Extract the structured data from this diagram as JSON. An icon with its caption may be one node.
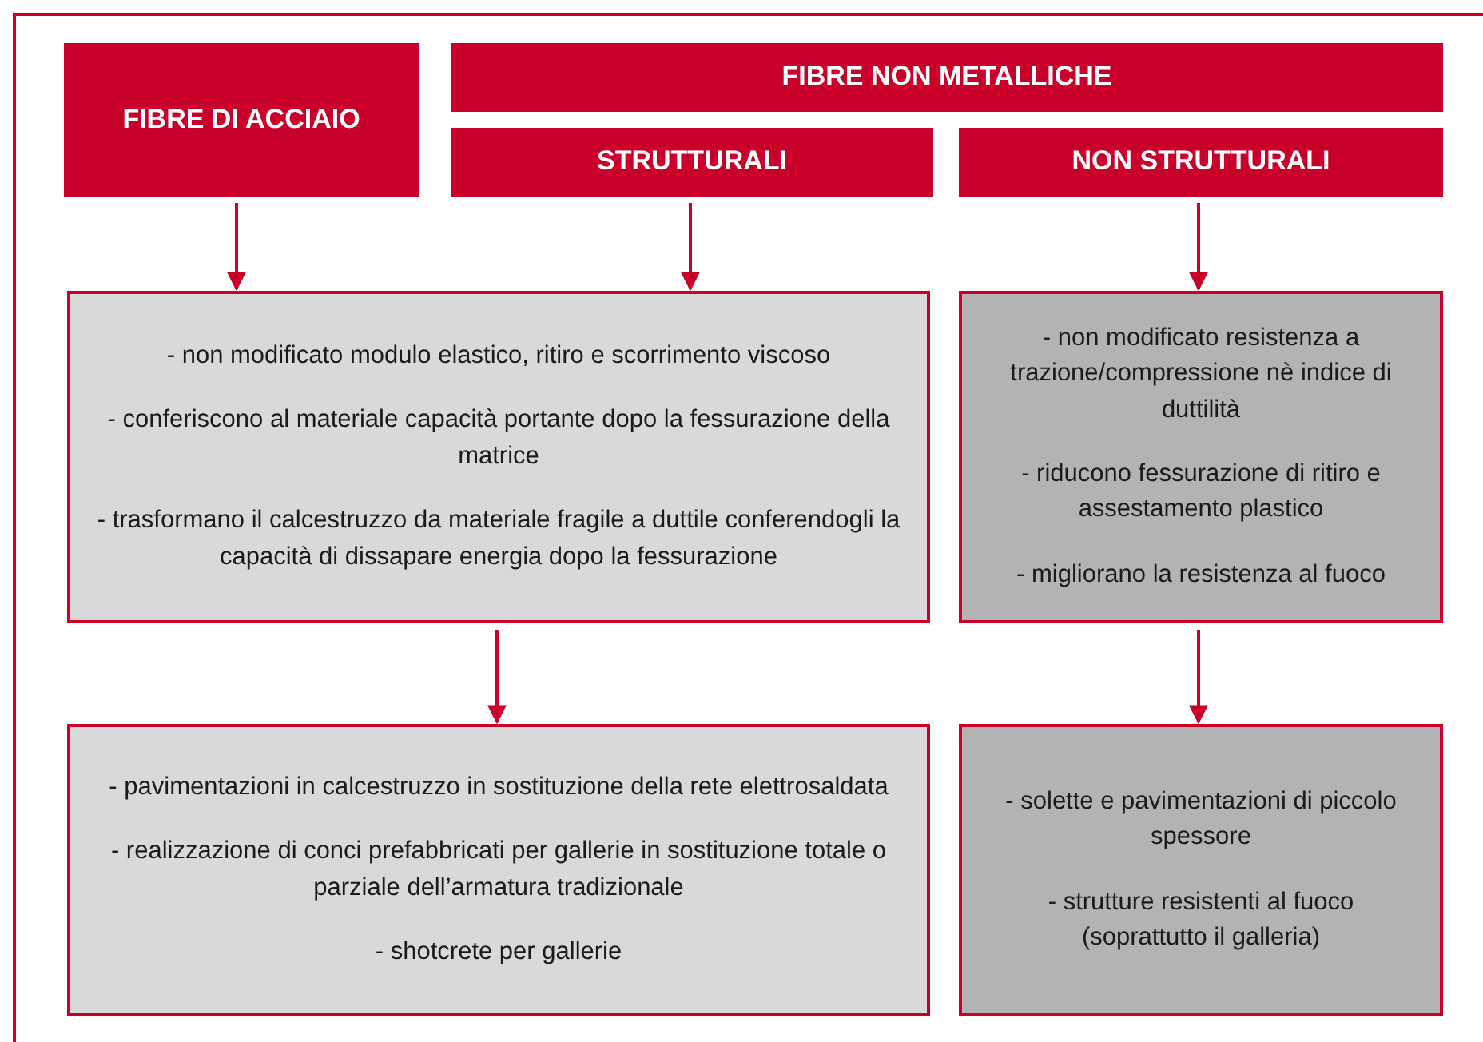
{
  "diagram": {
    "nodes": [
      {
        "text": [
          "FIBRE DI ACCIAIO"
        ]
      },
      {
        "text": [
          "FIBRE NON METALLICHE"
        ]
      },
      {
        "text": [
          "STRUTTURALI"
        ]
      },
      {
        "text": [
          "NON STRUTTURALI"
        ]
      },
      {
        "text": [
          "- non modificato modulo elastico, ritiro e scorrimento viscoso",
          "- conferiscono al materiale capacità portante dopo la fessurazione della matrice",
          "- trasformano il calcestruzzo da materiale fragile a duttile conferendogli la capacità di dissapare energia dopo la fessurazione"
        ]
      },
      {
        "text": [
          "- non modificato resistenza a trazione/compressione nè indice di duttilità",
          "- riducono fessurazione di ritiro e assestamento plastico",
          "- migliorano la resistenza al fuoco"
        ]
      },
      {
        "text": [
          "- pavimentazioni in calcestruzzo in sostituzione della rete elettrosaldata",
          "- realizzazione di conci prefabbricati per gallerie in sostituzione totale o parziale dell’armatura tradizionale",
          "- shotcrete per gallerie"
        ]
      },
      {
        "text": [
          "- solette e pavimentazioni di piccolo spessore",
          "- strutture resistenti al fuoco (soprattutto il galleria)"
        ]
      }
    ],
    "edges": [
      {
        "from": 0,
        "to": 4,
        "arrow": "to"
      },
      {
        "from": 2,
        "to": 4,
        "arrow": "to"
      },
      {
        "from": 3,
        "to": 5,
        "arrow": "to"
      },
      {
        "from": 4,
        "to": 6,
        "arrow": "to"
      },
      {
        "from": 5,
        "to": 7,
        "arrow": "to"
      }
    ]
  }
}
